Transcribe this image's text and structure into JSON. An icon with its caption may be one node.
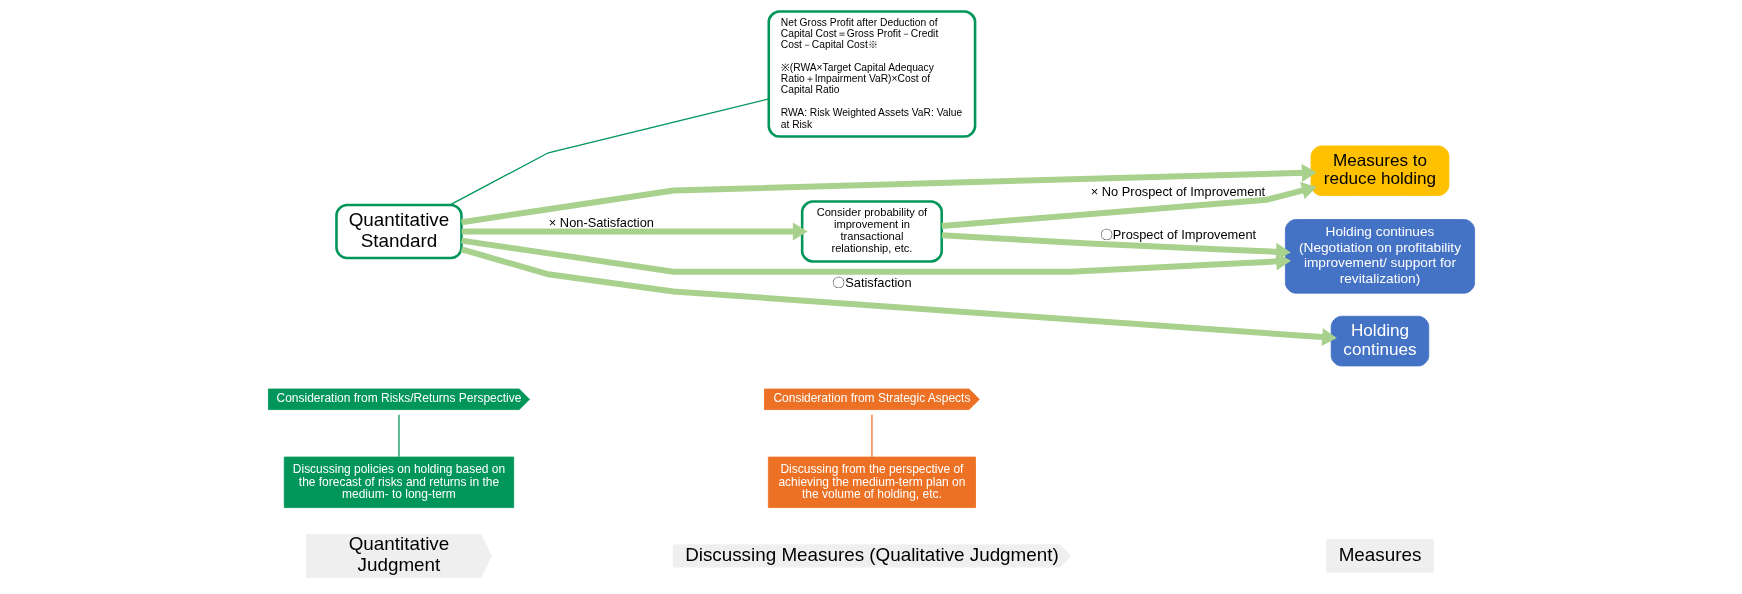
{
  "diagram": {
    "nodes": [
      {
        "text": [
          "Quantitative Judgment"
        ]
      },
      {
        "text": [
          "Discussing Measures (Qualitative Judgment)"
        ]
      },
      {
        "text": [
          "Consideration from Risks/Returns Perspective"
        ]
      },
      {
        "text": [
          "Consideration from Strategic Aspects"
        ]
      },
      {
        "text": [
          "Measures"
        ]
      },
      {
        "text": [
          "Quantitative Standard"
        ]
      },
      {
        "text": [
          "Net Gross Profit after Deduction of Capital Cost＝Gross Profit－Credit Cost－Capital Cost※",
          "※(RWA×Target Capital Adequacy Ratio＋Impairment VaR)×Cost of Capital Ratio",
          "RWA: Risk Weighted Assets VaR: Value at Risk"
        ]
      },
      {
        "text": [
          "Discussing policies on holding based on the forecast of risks and returns in the medium- to long-term"
        ]
      },
      {
        "text": [
          "Discussing from the perspective of achieving the medium-term plan on the volume of holding, etc."
        ]
      },
      {
        "text": [
          "Consider probability of improvement in transactional relationship, etc."
        ]
      },
      {
        "text": [
          "Holding continues"
        ]
      },
      {
        "text": [
          "Measures to reduce holding"
        ]
      },
      {
        "text": [
          "Holding continues",
          "(Negotiation on profitability improvement/ support for revitalization)"
        ]
      }
    ],
    "edges": [
      {
        "from": 5,
        "to": 6,
        "arrow": "none",
        "color": "#00965a"
      },
      {
        "from": 2,
        "to": 7,
        "arrow": "none",
        "color": "#00965a"
      },
      {
        "from": 3,
        "to": 8,
        "arrow": "none",
        "color": "#ed7125"
      },
      {
        "from": 5,
        "to": 10,
        "arrow": "to",
        "label": "〇Satisfaction"
      },
      {
        "from": 5,
        "to": 9,
        "arrow": "to",
        "label": "× Non-Satisfaction"
      },
      {
        "from": 5,
        "to": 11,
        "arrow": "to"
      },
      {
        "from": 5,
        "to": 12,
        "arrow": "to"
      },
      {
        "from": 9,
        "to": 11,
        "arrow": "to",
        "label": "× No Prospect of Improvement"
      },
      {
        "from": 9,
        "to": 12,
        "arrow": "to",
        "label": "〇Prospect of Improvement"
      }
    ]
  }
}
